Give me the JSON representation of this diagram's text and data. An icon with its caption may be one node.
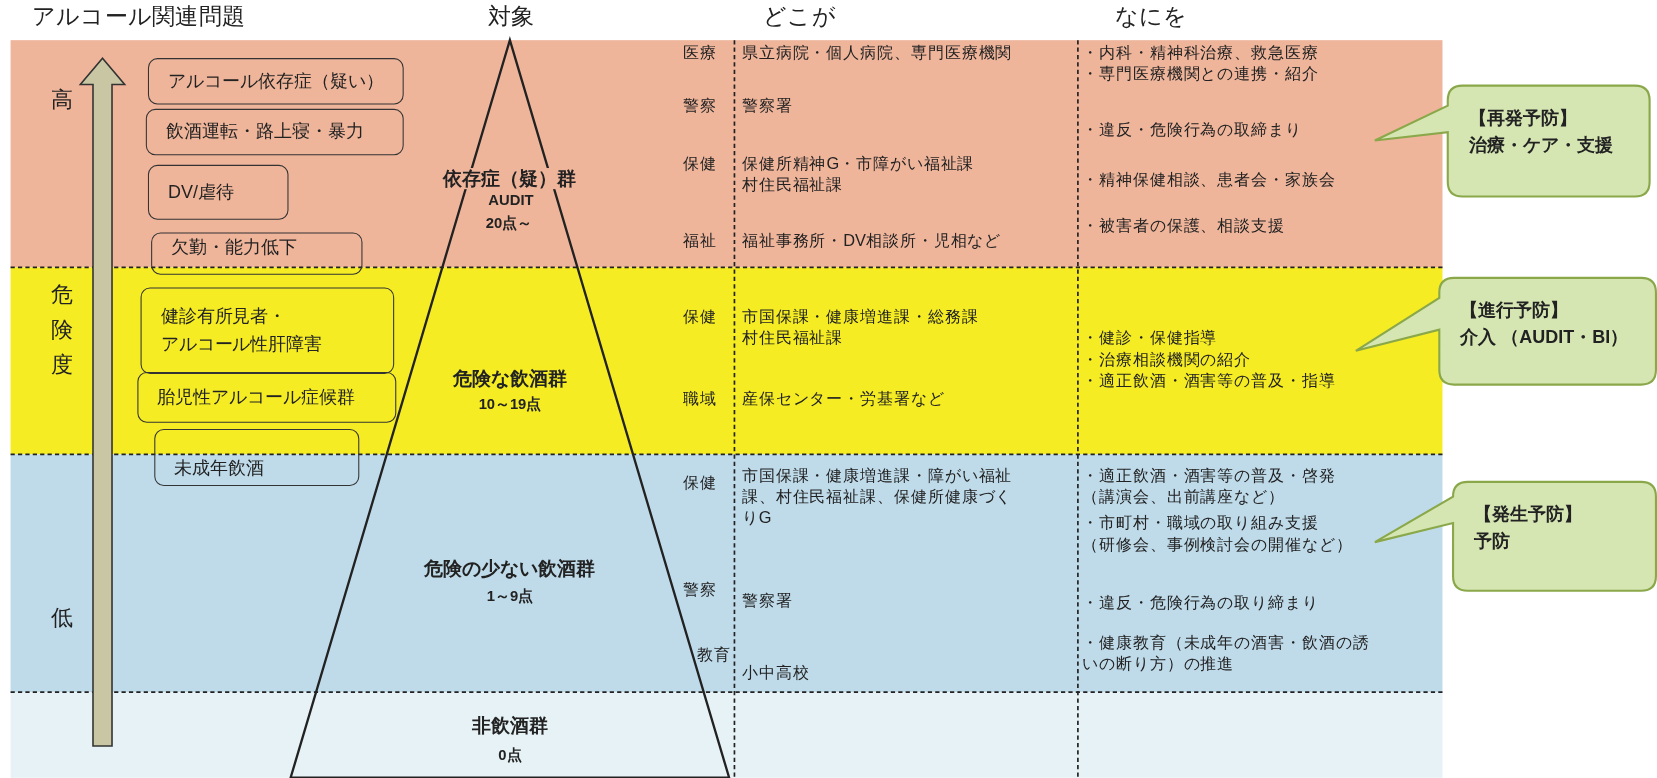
{
  "diagram": {
    "nodes": [
      {
        "text": [
          "アルコール依存症（疑い）"
        ]
      },
      {
        "text": [
          "飲酒運転・路上寝・暴力"
        ]
      },
      {
        "text": [
          "DV/虐待"
        ]
      },
      {
        "text": [
          "欠勤・能力低下"
        ]
      },
      {
        "text": [
          "健診有所見者・アルコール性肝障害"
        ]
      },
      {
        "text": [
          "胎児性アルコール症候群"
        ]
      },
      {
        "text": [
          "未成年飲酒"
        ]
      },
      {
        "text": [
          "依存症（疑）群",
          "AUDIT 20点～",
          "危険な飲酒群",
          "10～19点",
          "危険の少ない飲酒群",
          "1～9点",
          "非飲酒群",
          "0点"
        ]
      },
      {
        "text": [
          "【再発予防】",
          "治療・ケア・支援"
        ]
      },
      {
        "text": [
          "【進行予防】",
          "介入 （AUDIT・BI）"
        ]
      },
      {
        "text": [
          "【発生予防】",
          "予防"
        ]
      }
    ],
    "labels": [
      "アルコール関連問題",
      "対象",
      "どこが",
      "なにを",
      "高",
      "危険度",
      "低",
      "医療",
      "県立病院・個人病院、専門医療機関",
      "・内科・精神科治療、救急医療",
      "・専門医療機関との連携・紹介",
      "警察",
      "警察署",
      "・違反・危険行為の取締まり",
      "保健",
      "保健所精神G・市障がい福祉課村住民福祉課",
      "・精神保健相談、患者会・家族会",
      "福祉",
      "福祉事務所・DV相談所・児相など",
      "・被害者の保護、相談支援",
      "保健",
      "市国保課・健康増進課・総務課村住民福祉課",
      "・健診・保健指導",
      "・治療相談機関の紹介",
      "・適正飲酒・酒害等の普及・指導",
      "職域",
      "産保センター・労基署など",
      "保健",
      "市国保課・健康増進課・障がい福祉課、村住民福祉課、保健所健康づくりG",
      "・適正飲酒・酒害等の普及・啓発（講演会、出前講座など）",
      "・市町村・職域の取り組み支援（研修会、事例検討会の開催など）",
      "警察",
      "警察署",
      "・違反・危険行為の取り締まり",
      "教育",
      "小中高校",
      "・健康教育（未成年の酒害・飲酒の誘いの断り方）の推進"
    ]
  }
}
